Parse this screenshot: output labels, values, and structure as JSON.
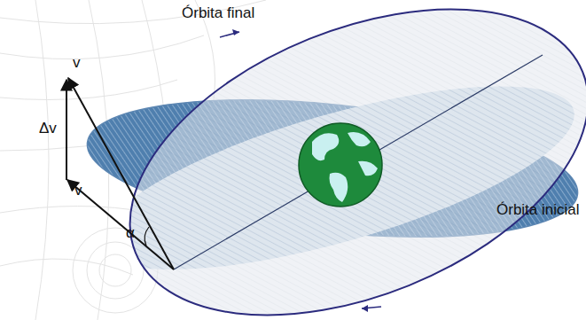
{
  "diagram": {
    "labels": [
      "Órbita final",
      "Órbita inicial",
      "v",
      "Δv",
      "v",
      "α"
    ]
  }
}
